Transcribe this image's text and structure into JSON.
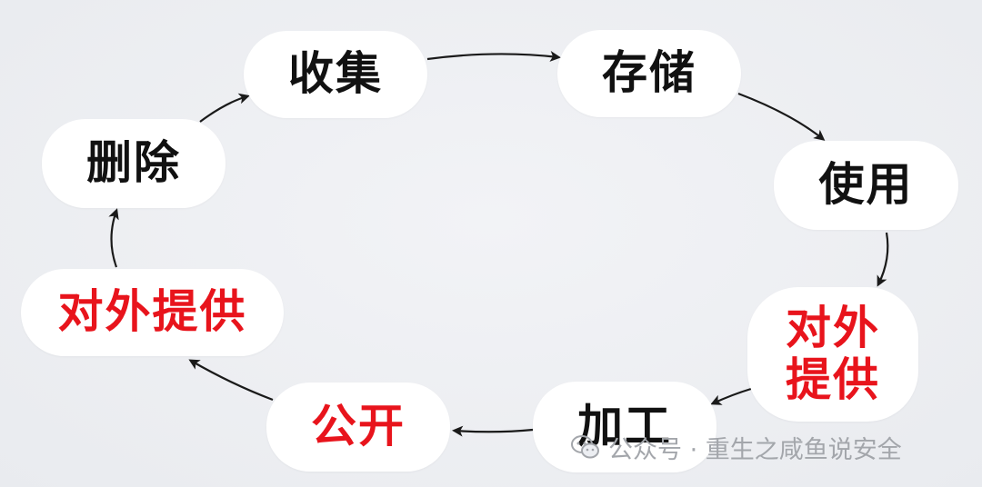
{
  "diagram": {
    "nodes": {
      "collect": "收集",
      "store": "存储",
      "use": "使用",
      "provide_right_line1": "对外",
      "provide_right_line2": "提供",
      "process": "加工",
      "publicize": "公开",
      "provide_left": "对外提供",
      "delete": "删除"
    },
    "colors": {
      "normal_text": "#111111",
      "highlight_text": "#e8141c",
      "node_fill": "#ffffff",
      "arrow": "#1a1a1a"
    }
  },
  "watermark": {
    "text": "公众号 · 重生之咸鱼说安全",
    "icon": "wechat-icon"
  }
}
